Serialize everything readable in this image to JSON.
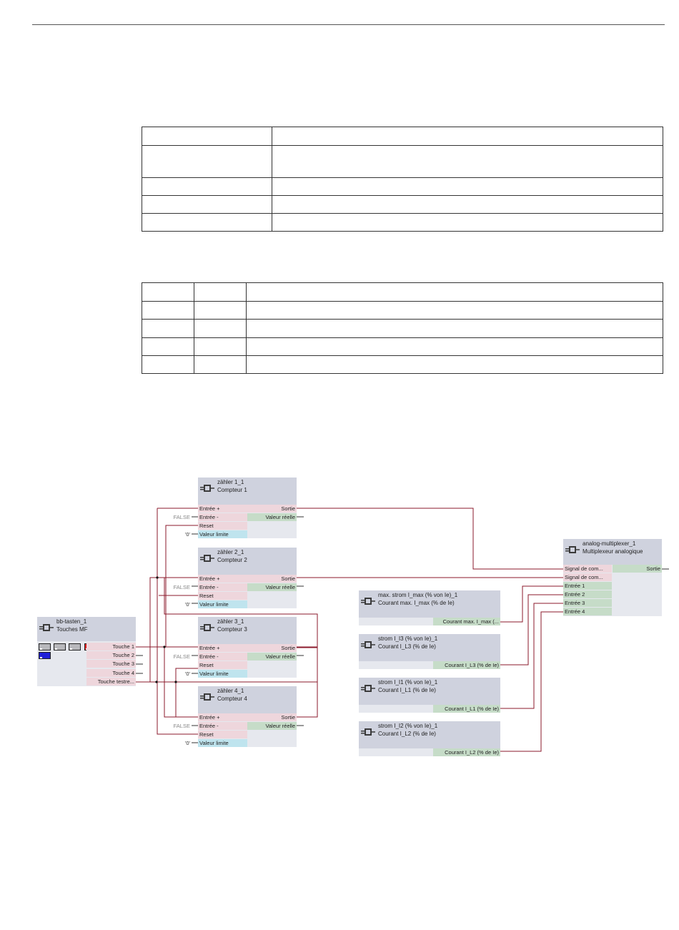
{
  "tables": {
    "t1_rows": 5,
    "t2_rows": 5
  },
  "constants": {
    "false": "FALSE",
    "zero": "'0'"
  },
  "bb": {
    "name": "bb-tasten_1",
    "subtitle": "Touches MF",
    "outputs": [
      "Touche 1",
      "Touche 2",
      "Touche 3",
      "Touche 4",
      "Touche testre..."
    ],
    "keys": [
      "gray",
      "gray",
      "gray",
      "red",
      "blue"
    ]
  },
  "counters": [
    {
      "name": "zähler 1_1",
      "subtitle": "Compteur 1"
    },
    {
      "name": "zähler 2_1",
      "subtitle": "Compteur 2"
    },
    {
      "name": "zähler 3_1",
      "subtitle": "Compteur 3"
    },
    {
      "name": "zähler 4_1",
      "subtitle": "Compteur 4"
    }
  ],
  "counter_pins": {
    "in_plus": "Entrée +",
    "in_minus": "Entrée -",
    "reset": "Reset",
    "limit": "Valeur limite",
    "out": "Sortie",
    "actual": "Valeur réelle"
  },
  "current_blocks": [
    {
      "name": "max. strom I_max (% von Ie)_1",
      "subtitle": "Courant max. I_max (% de Ie)",
      "output": "Courant max. I_max (..."
    },
    {
      "name": "strom I_I3 (% von Ie)_1",
      "subtitle": "Courant I_L3 (% de Ie)",
      "output": "Courant I_L3 (% de Ie)"
    },
    {
      "name": "strom I_I1 (% von Ie)_1",
      "subtitle": "Courant I_L1 (% de Ie)",
      "output": "Courant I_L1 (% de Ie)"
    },
    {
      "name": "strom I_I2 (% von Ie)_1",
      "subtitle": "Courant I_L2 (% de Ie)",
      "output": "Courant I_L2 (% de Ie)"
    }
  ],
  "mux": {
    "name": "analog-multiplexer_1",
    "subtitle": "Multiplexeur analogique",
    "inputs": [
      "Signal de com...",
      "Signal de com...",
      "Entrée 1",
      "Entrée 2",
      "Entrée 3",
      "Entrée 4"
    ],
    "output": "Sortie"
  },
  "colors": {
    "wire": "#8b1a2b",
    "pin_bool": "#eed6dc",
    "pin_num": "#c6dcc8",
    "pin_limit": "#bfe4ee",
    "block": "#e6e8ee",
    "header": "#cfd2de"
  }
}
